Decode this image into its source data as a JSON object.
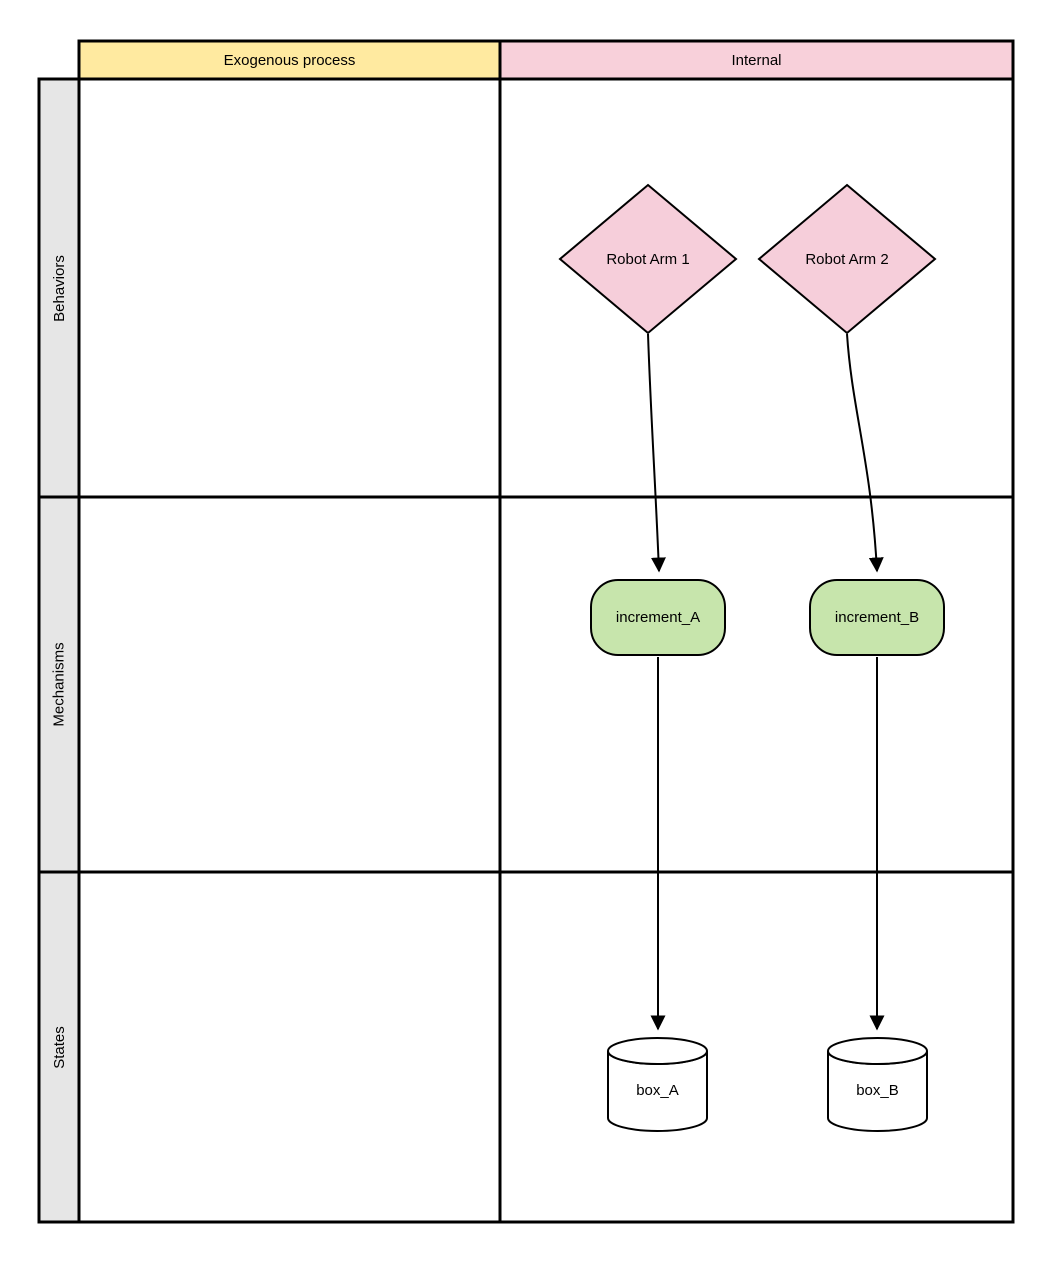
{
  "grid": {
    "columns": [
      {
        "label": "Exogenous process",
        "color": "#FFEAA0"
      },
      {
        "label": "Internal",
        "color": "#F8D0DA"
      }
    ],
    "rows": [
      {
        "label": "Behaviors"
      },
      {
        "label": "Mechanisms"
      },
      {
        "label": "States"
      }
    ],
    "row_header_color": "#E6E6E6",
    "cell_background": "#FFFFFF",
    "line_color": "#000000"
  },
  "nodes": {
    "robot_arm_1": {
      "label": "Robot Arm 1",
      "shape": "diamond",
      "color": "#F6CEDA",
      "row": "Behaviors",
      "column": "Internal"
    },
    "robot_arm_2": {
      "label": "Robot Arm 2",
      "shape": "diamond",
      "color": "#F6CEDA",
      "row": "Behaviors",
      "column": "Internal"
    },
    "increment_a": {
      "label": "increment_A",
      "shape": "rounded-rectangle",
      "color": "#C7E5AC",
      "row": "Mechanisms",
      "column": "Internal"
    },
    "increment_b": {
      "label": "increment_B",
      "shape": "rounded-rectangle",
      "color": "#C7E5AC",
      "row": "Mechanisms",
      "column": "Internal"
    },
    "box_a": {
      "label": "box_A",
      "shape": "cylinder",
      "color": "#FFFFFF",
      "row": "States",
      "column": "Internal"
    },
    "box_b": {
      "label": "box_B",
      "shape": "cylinder",
      "color": "#FFFFFF",
      "row": "States",
      "column": "Internal"
    }
  },
  "edges": [
    {
      "from": "Robot Arm 1",
      "to": "increment_A",
      "style": "curved",
      "arrowhead": "filled-triangle"
    },
    {
      "from": "Robot Arm 2",
      "to": "increment_B",
      "style": "curved",
      "arrowhead": "filled-triangle"
    },
    {
      "from": "increment_A",
      "to": "box_A",
      "style": "straight",
      "arrowhead": "filled-triangle"
    },
    {
      "from": "increment_B",
      "to": "box_B",
      "style": "straight",
      "arrowhead": "filled-triangle"
    }
  ]
}
